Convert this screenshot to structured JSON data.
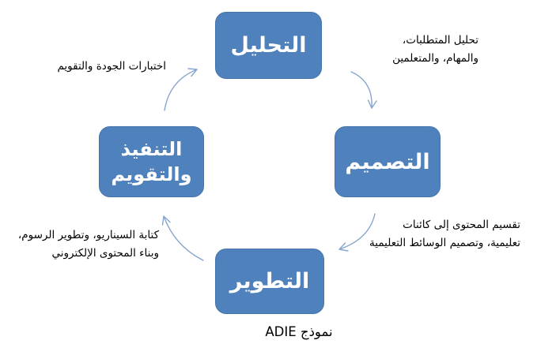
{
  "diagram": {
    "nodes": {
      "analysis": {
        "label": "التحليل"
      },
      "design": {
        "label": "التصميم"
      },
      "development": {
        "label": "التطوير"
      },
      "implementation": {
        "line1": "التنفيذ",
        "line2": "والتقويم"
      }
    },
    "annotations": {
      "analysis_to_design": {
        "line1": "تحليل المتطلبات،",
        "line2": "والمهام، والمتعلمين"
      },
      "design_to_development": {
        "line1": "تقسيم المحتوى إلى كائنات",
        "line2": "تعليمية، وتصميم الوسائط التعليمية"
      },
      "development_to_implementation": {
        "line1": "كتابة السيناريو، وتطوير الرسوم،",
        "line2": "وبناء المحتوى الإلكتروني"
      },
      "implementation_to_analysis": {
        "line1": "اختبارات الجودة والتقويم"
      }
    },
    "caption": "نموذج ADIE",
    "colors": {
      "node_fill": "#4F81BD",
      "node_border": "#4474A9",
      "node_text": "#FFFFFF",
      "arrow_stroke": "#87A5CF",
      "annotation_text": "#000000",
      "background": "#FFFFFF"
    }
  }
}
